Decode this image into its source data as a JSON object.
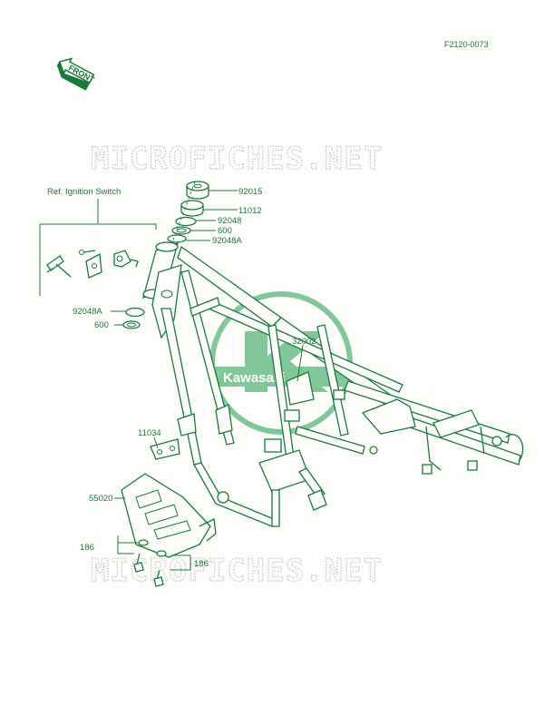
{
  "diagram_code": "F2120-0073",
  "front_badge": "FRONT",
  "watermarks": [
    "MICROFICHES.NET",
    "MICROFICHES.NET"
  ],
  "logo_text": "Kawasaki",
  "ref_label": "Ref. Ignition Switch",
  "parts": {
    "p92015": "92015",
    "p11012": "11012",
    "p92048": "92048",
    "p600a": "600",
    "p92048A_top": "92048A",
    "p92048A_left": "92048A",
    "p600b": "600",
    "p32002": "32002",
    "p11034": "11034",
    "p55020": "55020",
    "p186_left": "186",
    "p186_right": "186"
  }
}
